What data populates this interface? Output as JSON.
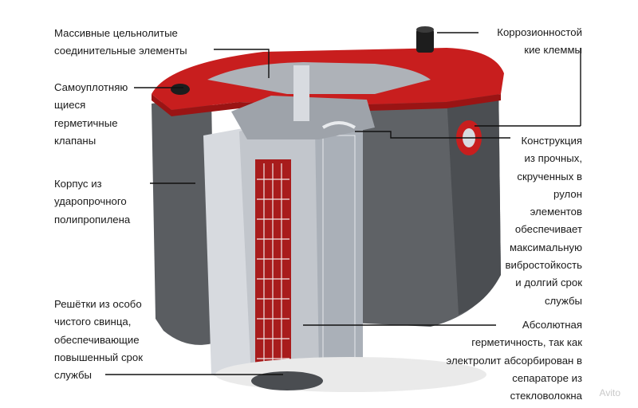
{
  "colors": {
    "case_body": "#5f6266",
    "case_dark": "#45484c",
    "lid_red": "#c81e1e",
    "lid_red_dark": "#9a1414",
    "grid_red": "#a81c1c",
    "cell_light": "#c9ccd2",
    "line": "#111111"
  },
  "labels": {
    "connectors": "Массивные цельнолитые\nсоединительные элементы",
    "valves": "Самоуплотняю\nщиеся\nгерметичные\nклапаны",
    "case": "Корпус из\nударопрочного\nполипропилена",
    "grids": "Решётки из особо\nчистого свинца,\nобеспечивающие\nповышенный срок\nслужбы",
    "terminals": "Коррозионностой\nкие клеммы",
    "spiral": "Конструкция\nиз прочных,\nскрученных в\nрулон\nэлементов\nобеспечивает\nмаксимальную\nвибростойкость\nи долгий срок\nслужбы",
    "sealed": "Абсолютная\nгерметичность, так как\nэлектролит абсорбирован в\nсепараторе из\nстекловолокна"
  },
  "watermark": "Avito"
}
